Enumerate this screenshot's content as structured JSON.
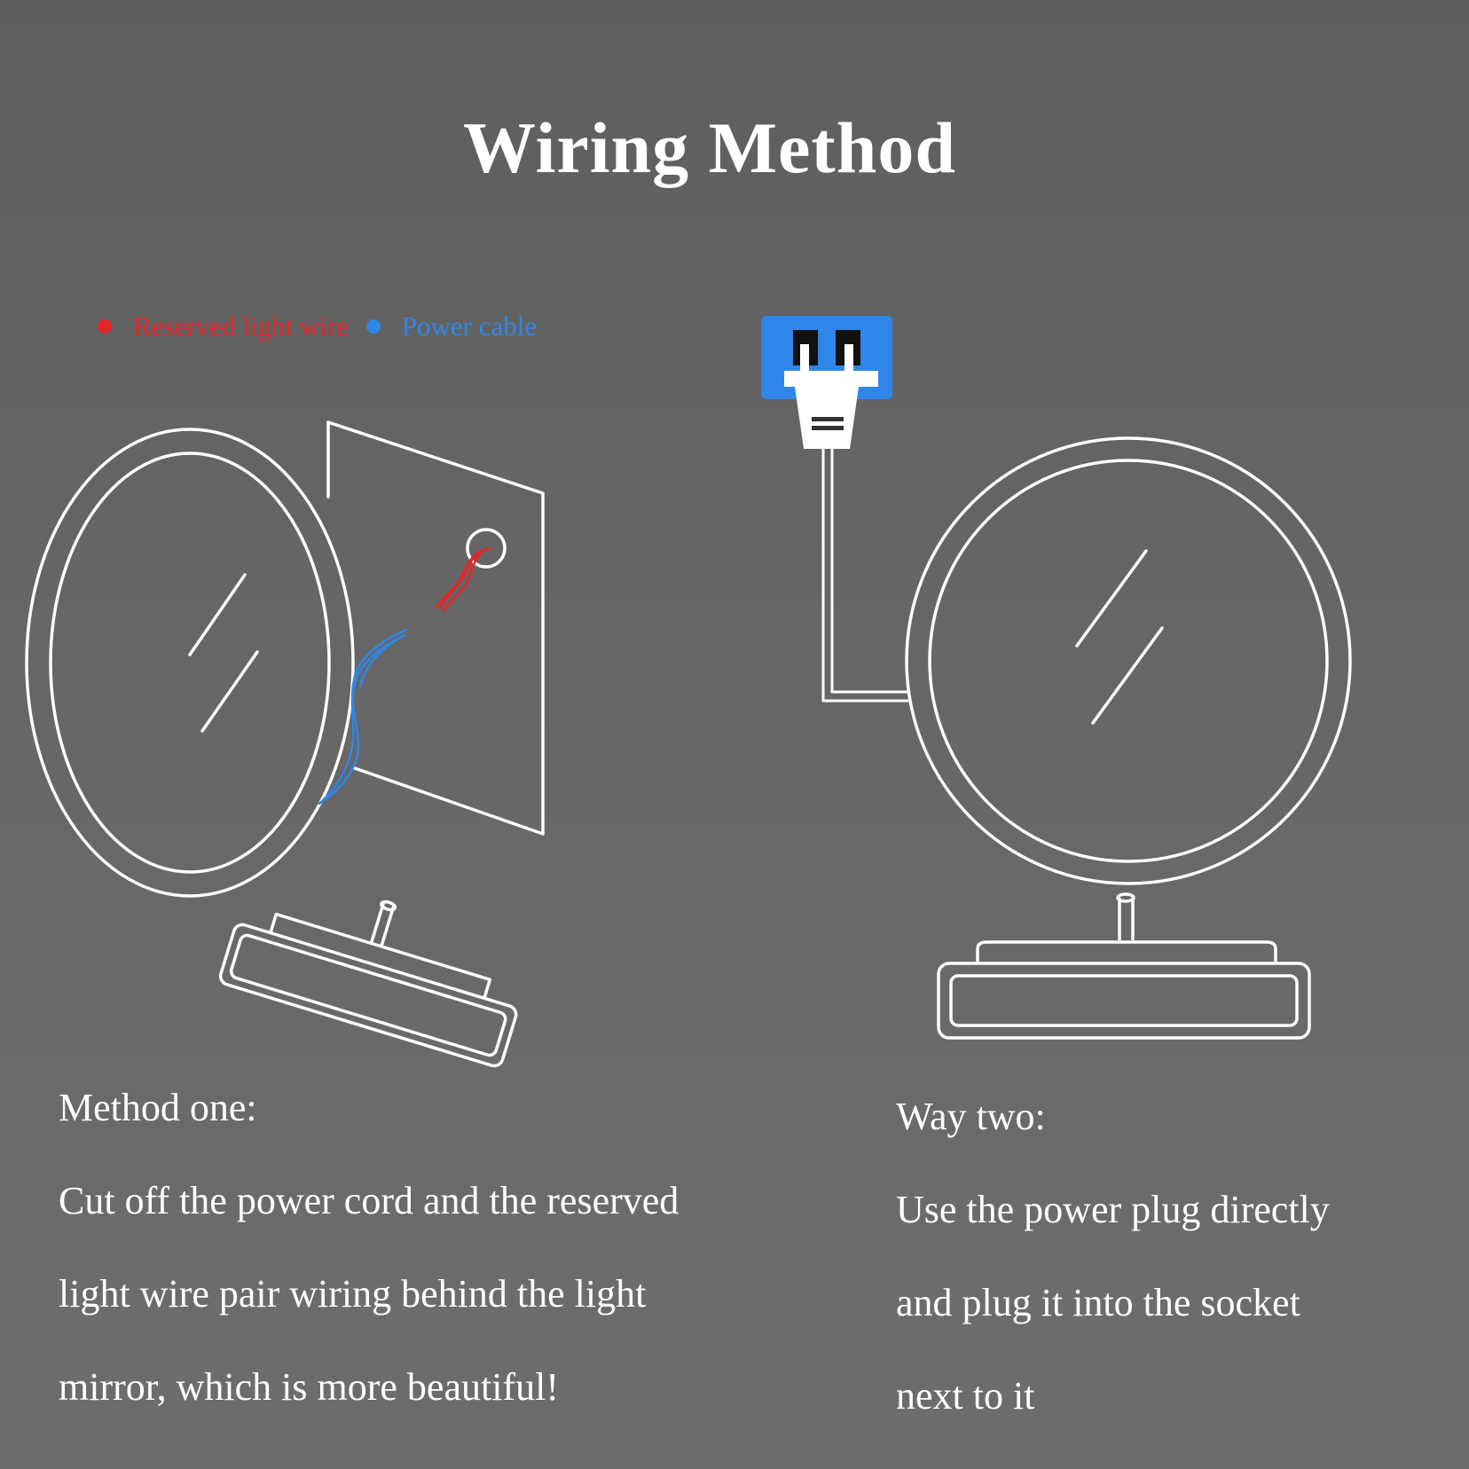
{
  "title": "Wiring Method",
  "legend": {
    "items": [
      {
        "label": "Reserved light wire",
        "color": "#e8242a"
      },
      {
        "label": "Power cable",
        "color": "#2f86e8"
      }
    ]
  },
  "method_one": {
    "heading": "Method one:",
    "lines": [
      "Cut off the power cord and the reserved",
      "light wire pair wiring behind the light",
      "mirror, which is more beautiful!"
    ]
  },
  "method_two": {
    "heading": "Way two:",
    "lines": [
      "Use the power plug directly",
      "and plug it into the socket",
      "next to it"
    ]
  },
  "icons": {
    "socket": "socket-icon",
    "plug": "plug-icon",
    "mirror": "round-mirror-icon"
  },
  "colors": {
    "background": "#666666",
    "line": "#ffffff",
    "reserved_wire": "#e8242a",
    "power_cable": "#2f86e8",
    "socket": "#2f86e8"
  }
}
